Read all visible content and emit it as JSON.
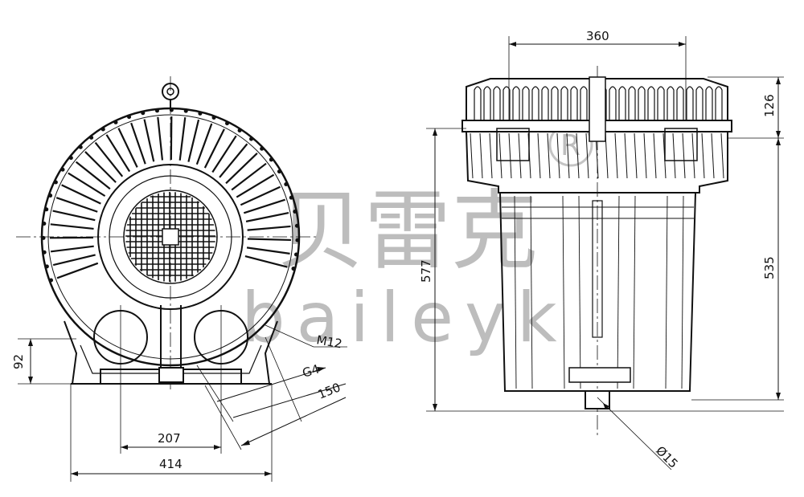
{
  "watermark": {
    "chinese": "贝雷克",
    "latin": "baileyk",
    "mark": "R"
  },
  "front_view": {
    "dimensions": {
      "height_foot": "92",
      "inlet_spacing": "207",
      "overall_width": "414"
    },
    "callouts": {
      "bolt": "M12",
      "port_thread": "G4",
      "port_length": "150"
    }
  },
  "side_view": {
    "dimensions": {
      "top_width": "360",
      "cover_height": "126",
      "total_height": "577",
      "body_height": "535",
      "drain_diameter": "Ø15"
    }
  }
}
